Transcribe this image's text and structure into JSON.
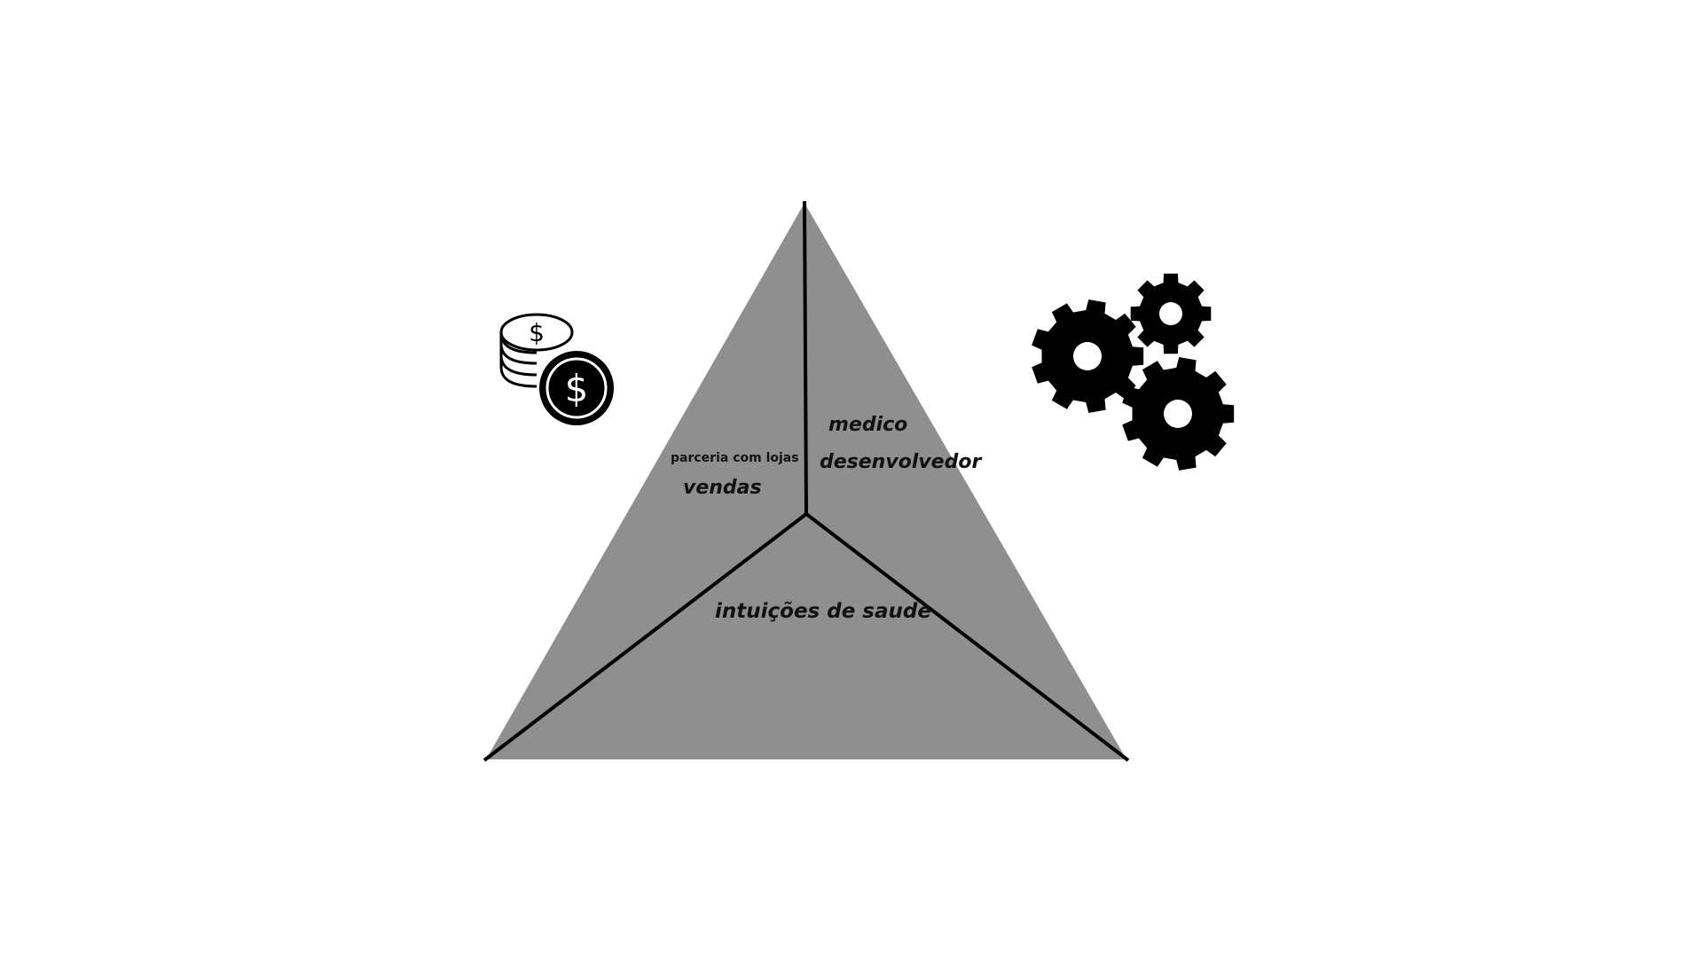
{
  "diagram": {
    "labels": {
      "partnership": "parceria com lojas",
      "sales": "vendas",
      "doctor": "medico",
      "developer": "desenvolvedor",
      "health_institutions": "intuições de saude"
    },
    "icons": {
      "left": "coins-dollar-icon",
      "right": "gears-icon"
    },
    "colors": {
      "triangle_fill": "#8f8f8f",
      "lines": "#000000",
      "icons": "#000000",
      "background": "#ffffff"
    }
  }
}
